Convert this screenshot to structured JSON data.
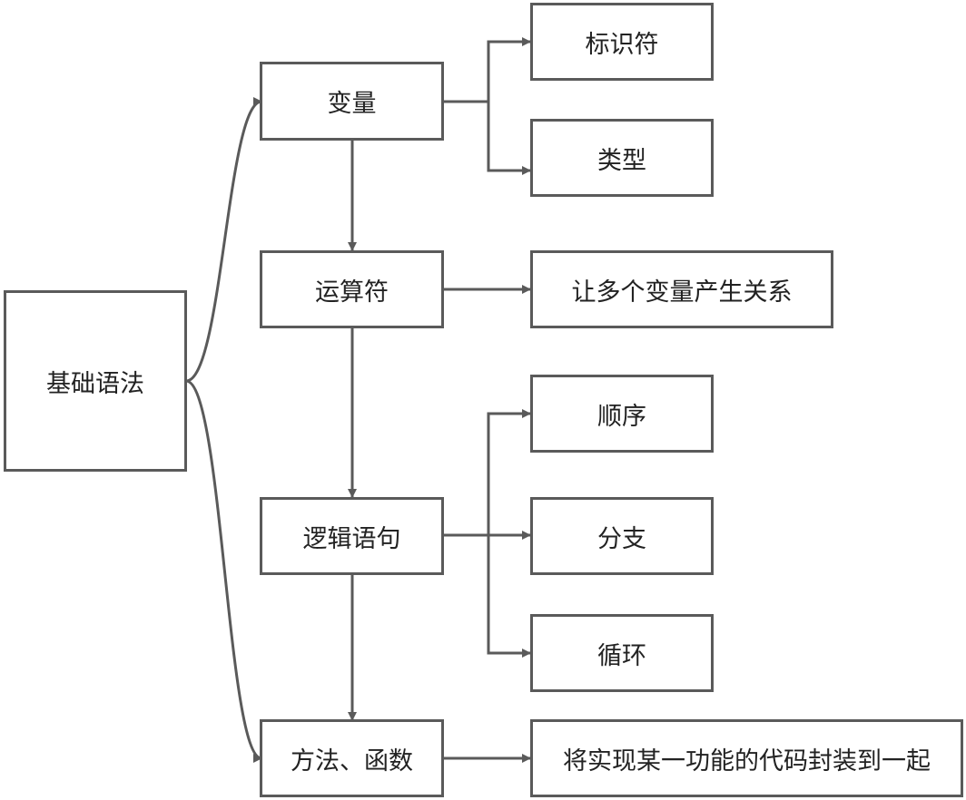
{
  "colors": {
    "stroke": "#5a5a5a",
    "text": "#222222",
    "background": "#ffffff"
  },
  "nodes": {
    "root": "基础语法",
    "variable": "变量",
    "identifier": "标识符",
    "type": "类型",
    "operator": "运算符",
    "operator_desc": "让多个变量产生关系",
    "logic": "逻辑语句",
    "sequence": "顺序",
    "branch": "分支",
    "loop": "循环",
    "method": "方法、函数",
    "method_desc": "将实现某一功能的代码封装到一起"
  }
}
